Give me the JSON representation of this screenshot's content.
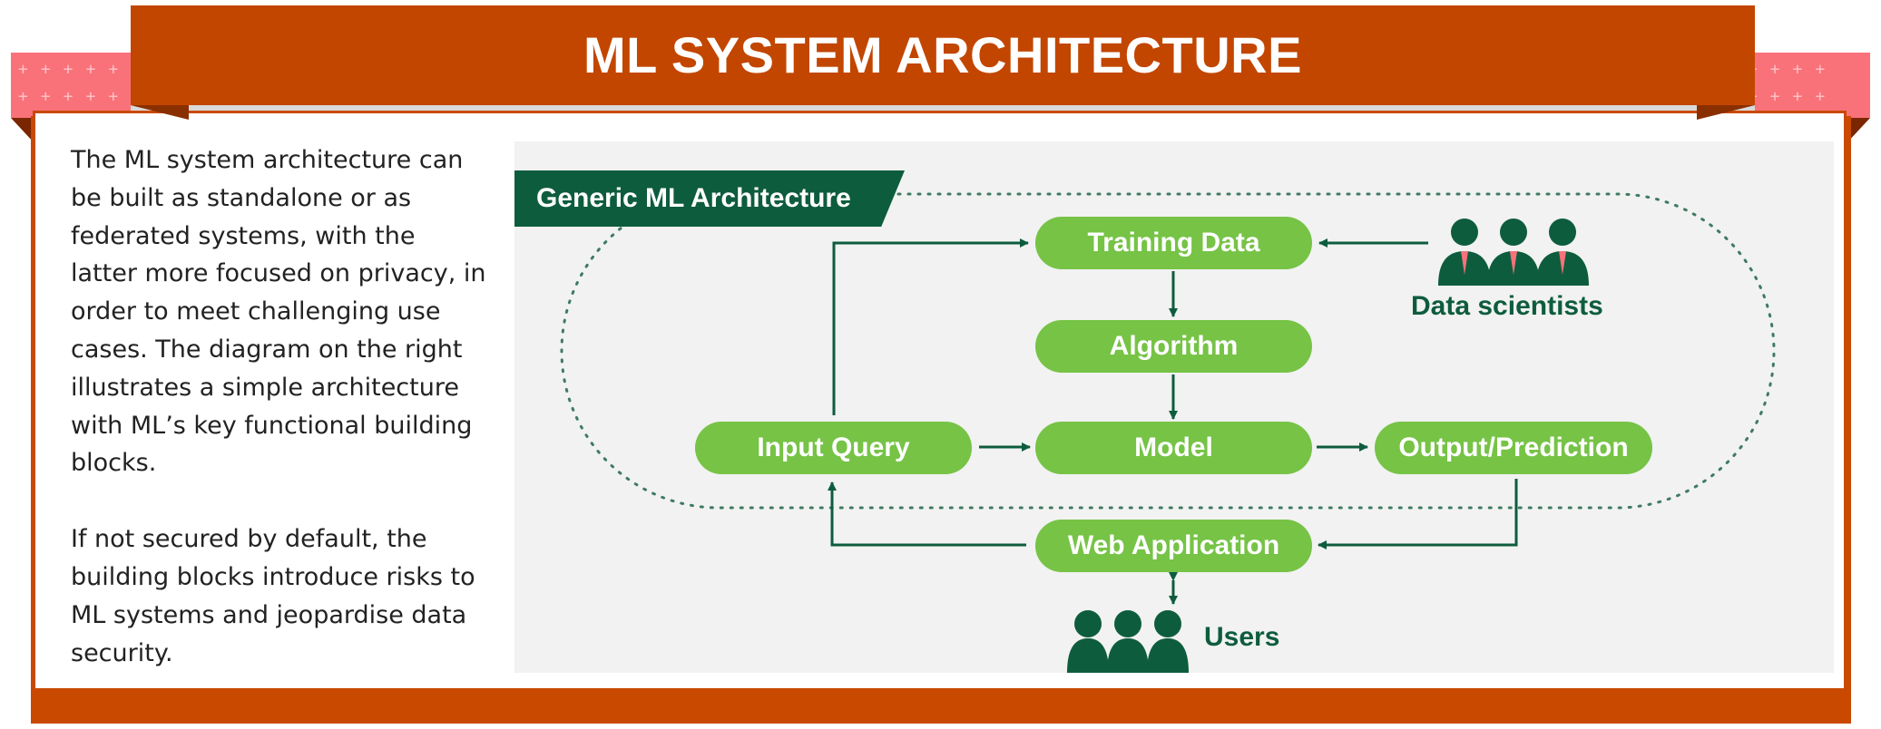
{
  "header": {
    "title": "ML SYSTEM ARCHITECTURE"
  },
  "description": {
    "paragraph1": "The ML system architecture can be built as standalone or as federated systems, with the latter more focused on privacy, in order to meet challenging use cases. The diagram on the right illustrates a simple architecture with ML’s key functional building blocks.",
    "paragraph2": "If not secured by default, the building blocks introduce risks to ML systems and jeopardise data security."
  },
  "diagram": {
    "tag": "Generic ML Architecture",
    "nodes": {
      "training_data": "Training Data",
      "algorithm": "Algorithm",
      "model": "Model",
      "input_query": "Input Query",
      "output_prediction": "Output/Prediction",
      "web_application": "Web Application"
    },
    "actors": {
      "data_scientists": "Data scientists",
      "users": "Users"
    }
  },
  "colors": {
    "banner": "#c24600",
    "accent_red": "#f9727a",
    "node_green": "#76c346",
    "dark_green": "#0e5c3e",
    "diagram_bg": "#f1f2f1"
  }
}
